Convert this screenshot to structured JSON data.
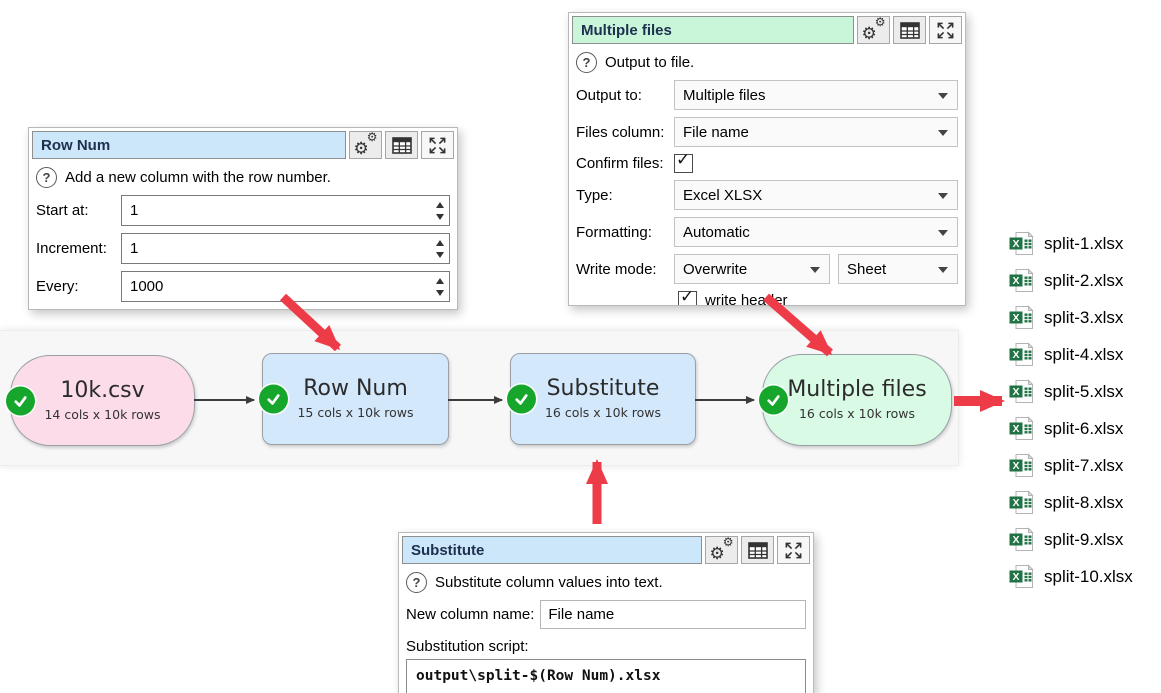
{
  "panels": {
    "row_num": {
      "title": "Row Num",
      "help_text": "Add a new column with the row number.",
      "fields": [
        {
          "label": "Start at:",
          "value": "1"
        },
        {
          "label": "Increment:",
          "value": "1"
        },
        {
          "label": "Every:",
          "value": "1000"
        }
      ]
    },
    "multiple_files": {
      "title": "Multiple files",
      "help_text": "Output to file.",
      "rows": {
        "output_to": {
          "label": "Output to:",
          "value": "Multiple files"
        },
        "files_column": {
          "label": "Files column:",
          "value": "File name"
        },
        "confirm_files": {
          "label": "Confirm files:",
          "checked": "✓"
        },
        "type": {
          "label": "Type:",
          "value": "Excel XLSX"
        },
        "formatting": {
          "label": "Formatting:",
          "value": "Automatic"
        },
        "write_mode": {
          "label": "Write mode:",
          "value": "Overwrite",
          "secondary_value": "Sheet"
        },
        "write_header": {
          "label": "write header",
          "checked": "✓"
        }
      }
    },
    "substitute": {
      "title": "Substitute",
      "help_text": "Substitute column values into text.",
      "new_column_name": {
        "label": "New column name:",
        "value": "File name"
      },
      "script_label": "Substitution script:",
      "script_value": "output\\split-$(Row Num).xlsx"
    }
  },
  "flow": {
    "nodes": [
      {
        "title": "10k.csv",
        "subtitle": "14 cols x 10k rows",
        "kind": "source"
      },
      {
        "title": "Row Num",
        "subtitle": "15 cols x 10k rows",
        "kind": "transform"
      },
      {
        "title": "Substitute",
        "subtitle": "16 cols x 10k rows",
        "kind": "transform"
      },
      {
        "title": "Multiple files",
        "subtitle": "16 cols x 10k rows",
        "kind": "output"
      }
    ]
  },
  "output_files": [
    "split-1.xlsx",
    "split-2.xlsx",
    "split-3.xlsx",
    "split-4.xlsx",
    "split-5.xlsx",
    "split-6.xlsx",
    "split-7.xlsx",
    "split-8.xlsx",
    "split-9.xlsx",
    "split-10.xlsx"
  ],
  "icons": {
    "titlebar": [
      "gear-icon",
      "table-icon",
      "expand-icon"
    ],
    "node_status": "green-check-icon",
    "file_type": "excel-file-icon",
    "help": "question-circle-icon"
  },
  "colors": {
    "node_source_bg": "#fbdce8",
    "node_transform_bg": "#d4e8fb",
    "node_output_bg": "#d9fbe6",
    "titlebar_blue": "#cde7fa",
    "titlebar_green": "#c9f6d8",
    "annotation_red": "#ee3b48",
    "status_green": "#16a62c",
    "excel_green": "#217346"
  }
}
